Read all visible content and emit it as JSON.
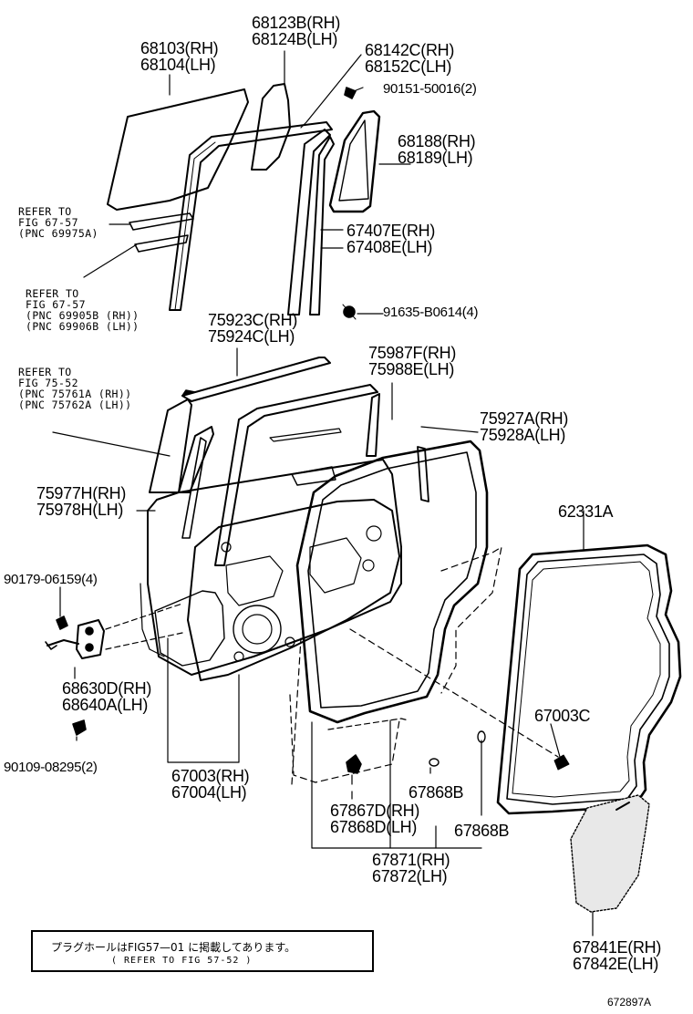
{
  "labels": {
    "p68123": [
      "68123B(RH)",
      "68124B(LH)"
    ],
    "p68103": [
      "68103(RH)",
      "68104(LH)"
    ],
    "p68142": [
      "68142C(RH)",
      "68152C(LH)"
    ],
    "p90151": [
      "90151-50016(2)"
    ],
    "p68188": [
      "68188(RH)",
      "68189(LH)"
    ],
    "p67407": [
      "67407E(RH)",
      "67408E(LH)"
    ],
    "p91635": [
      "91635-B0614(4)"
    ],
    "p75923": [
      "75923C(RH)",
      "75924C(LH)"
    ],
    "p75987": [
      "75987F(RH)",
      "75988E(LH)"
    ],
    "p75927": [
      "75927A(RH)",
      "75928A(LH)"
    ],
    "p75977": [
      "75977H(RH)",
      "75978H(LH)"
    ],
    "p62331": [
      "62331A"
    ],
    "p90179": [
      "90179-06159(4)"
    ],
    "p68630": [
      "68630D(RH)",
      "68640A(LH)"
    ],
    "p67003c": [
      "67003C"
    ],
    "p90109": [
      "90109-08295(2)"
    ],
    "p67003": [
      "67003(RH)",
      "67004(LH)"
    ],
    "p67868b1": [
      "67868B"
    ],
    "p67867": [
      "67867D(RH)",
      "67868D(LH)"
    ],
    "p67868b2": [
      "67868B"
    ],
    "p67871": [
      "67871(RH)",
      "67872(LH)"
    ],
    "p67841": [
      "67841E(RH)",
      "67842E(LH)"
    ]
  },
  "refs": {
    "r1": [
      "REFER TO",
      "FIG 67-57",
      "(PNC 69975A)"
    ],
    "r2": [
      "REFER TO",
      "FIG 67-57",
      "(PNC 69905B (RH))",
      "(PNC 69906B (LH))"
    ],
    "r3": [
      "REFER TO",
      "FIG 75-52",
      "(PNC 75761A (RH))",
      "(PNC 75762A (LH))"
    ]
  },
  "note": {
    "line1": "プラグホールはFIG57—01 に掲載してあります。",
    "line2": "( REFER TO FIG 57-52 )"
  },
  "figure_id": "672897A"
}
